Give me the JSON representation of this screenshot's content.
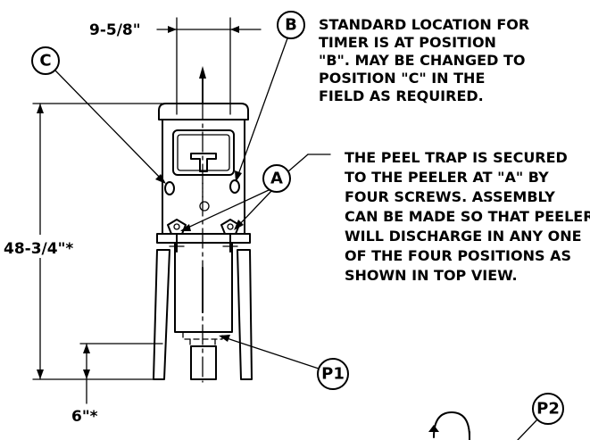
{
  "dimensions": {
    "width_label": "9-5/8\"",
    "height_label": "48-3/4\"*",
    "leg_label": "6\"*"
  },
  "callouts": {
    "a": "A",
    "b": "B",
    "c": "C",
    "p1": "P1",
    "p2": "P2"
  },
  "notes": {
    "timer_note": [
      "STANDARD LOCATION FOR",
      "TIMER IS AT POSITION",
      "\"B\". MAY BE CHANGED TO",
      "POSITION \"C\" IN THE",
      "FIELD AS REQUIRED."
    ],
    "peel_trap_note": [
      "THE PEEL TRAP IS SECURED",
      "TO THE PEELER AT \"A\" BY",
      "FOUR SCREWS. ASSEMBLY",
      "CAN BE MADE SO THAT PEELER",
      "WILL DISCHARGE IN ANY ONE",
      "OF THE FOUR POSITIONS AS",
      "SHOWN IN TOP VIEW."
    ]
  }
}
